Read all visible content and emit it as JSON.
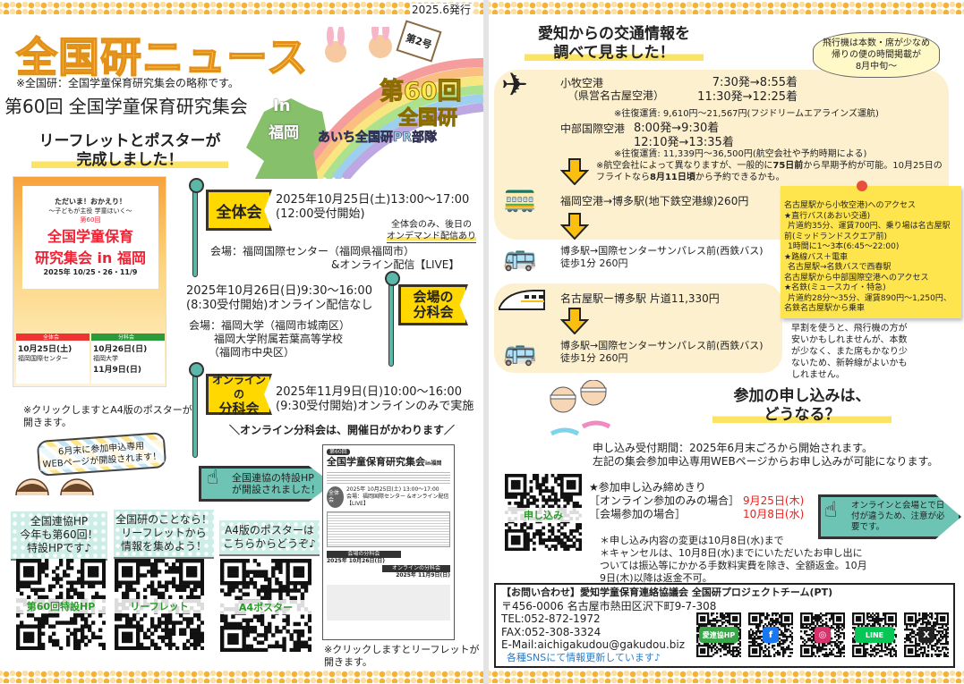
{
  "left": {
    "issue_date": "2025.6発行",
    "title": "全国研ニュース",
    "abbr_note": "※全国研：全国学童保育研究集会の略称です。",
    "event_name": "第60回 全国学童保育研究集会",
    "badge": {
      "issue_no": "第2号",
      "line1": "第60回",
      "line2": "全国研",
      "line3": "あいち全国研PR部隊",
      "map_in": "In",
      "map_place": "福岡"
    },
    "completed_heading": [
      "リーフレットとポスターが",
      "完成しました！"
    ],
    "poster": {
      "tagline1": "ただいま！おかえり！",
      "tagline2": "〜子どもが主役 学童ほいく〜",
      "num": "第60回",
      "title1": "全国学童保育",
      "title2": "研究集会 in 福岡",
      "dates": "2025年 10/25・26・11/9",
      "sec1": "全体会",
      "sec2": "分科会",
      "d1": "10月25日(土)",
      "d1place": "福岡国際センター",
      "d2": "10月26日(日)",
      "d2place": "福岡大学",
      "d3": "11月9日(日)"
    },
    "poster_note": [
      "※クリックしますとA4版のポスターが",
      "開きます。"
    ],
    "sessions": [
      {
        "flag": [
          "全体会"
        ],
        "datetime": "2025年10月25日(土)13:00〜17:00",
        "reception": "(12:00受付開始)",
        "venue": [
          "会場：福岡国際センター（福岡県福岡市）",
          "&オンライン配信【LIVE】"
        ]
      },
      {
        "flag": [
          "会場の",
          "分科会"
        ],
        "datetime": "2025年10月26日(日)9:30〜16:00",
        "reception": "(8:30受付開始)オンライン配信なし",
        "venue": [
          "会場：福岡大学（福岡市城南区）",
          "福岡大学附属若葉高等学校",
          "（福岡市中央区）"
        ]
      },
      {
        "flag": [
          "オンラインの",
          "分科会"
        ],
        "datetime": "2025年11月9日(日)10:00〜16:00",
        "reception": "(9:30受付開始)オンラインのみで実施",
        "venue": []
      }
    ],
    "ondemand_note": [
      "全体会のみ、後日の",
      "オンデマンド配信あり"
    ],
    "online_change_note": "＼オンライン分科会は、開催日がかわります／",
    "webpage_bubble": [
      "6月末に参加申込専用",
      "WEBページが開設されます！"
    ],
    "special_hp_arrow": [
      "全国連協の特設HP",
      "が開設されました！"
    ],
    "qr_items": [
      {
        "label": [
          "全国連協HP",
          "今年も第60回！",
          "特設HPです♪"
        ],
        "qr_text": "第60回特設HP"
      },
      {
        "label": [
          "全国研のことなら！",
          "リーフレットから",
          "情報を集めよう！"
        ],
        "qr_text": "リーフレット"
      },
      {
        "label": [
          "A4版のポスターは",
          "こちらからどうぞ♪"
        ],
        "qr_text": "A4ポスター"
      }
    ],
    "leaflet": {
      "num": "第60回",
      "title": "全国学童保育研究集会",
      "in": "in福岡",
      "s1": "全体会",
      "d1": "2025年 10月25日(土) 13:00〜17:00",
      "place1": "会場：福岡国際センター &オンライン配信【LIVE】",
      "s2": "会場の分科会",
      "d2": "2025年 10月26日(日)",
      "s3": "オンラインの分科会",
      "d3": "2025年 11月9日(日)"
    },
    "leaflet_note": [
      "※クリックしますとリーフレットが",
      "開きます。"
    ]
  },
  "right": {
    "traffic_heading": [
      "愛知からの交通情報を",
      "調べて見ました！"
    ],
    "speech_bubble": [
      "飛行機は本数・席が少なめ",
      "帰りの便の時間掲載が",
      "8月中旬〜"
    ],
    "flights": {
      "komaki": {
        "name": "小牧空港",
        "sub": "（県営名古屋空港）",
        "times": [
          "7:30発→8:55着",
          "11:30発→12:25着"
        ],
        "fare": "※往復運賃: 9,610円〜21,567円(フジドリームエアラインズ運航)"
      },
      "chubu": {
        "name": "中部国際空港",
        "times": [
          "8:00発→9:30着",
          "12:10発→13:35着"
        ],
        "fare": "※往復運賃: 11,339円〜36,500円(航空会社や予約時期による)"
      },
      "early_note": [
        "※航空会社によって異なりますが、一般的に",
        "75日前",
        "から早期予約が可能。10月25日の",
        "フライトなら",
        "8月11日頃",
        "から予約できるかも。"
      ]
    },
    "subway": "福岡空港→博多駅(地下鉄空港線)260円",
    "bus1": [
      "博多駅→国際センターサンパレス前(西鉄バス)",
      "徒歩1分  260円"
    ],
    "shinkansen": "名古屋駅ー博多駅  片道11,330円",
    "bus2": [
      "博多駅→国際センターサンパレス前(西鉄バス)",
      "徒歩1分  260円"
    ],
    "sticky": [
      "名古屋駅から小牧空港)へのアクセス",
      "★直行バス(あおい交通)",
      "片道約35分、運賃700円、乗り場は名古屋駅",
      "前(ミッドランドスクエア前)",
      "1時間に1〜3本(6:45〜22:00)",
      "★路線バス＋電車",
      "名古屋駅→名鉄バスで西春駅",
      "名古屋駅から中部国際空港へのアクセス",
      "★名鉄(ミュースカイ・特急)",
      "片道約28分〜35分、運賃890円〜1,250円、",
      "名鉄名古屋駅から乗車"
    ],
    "early_bird": [
      "早割を使うと、飛行機の方が",
      "安いかもしれませんが、本数",
      "が少なく、また席もかなり少",
      "ないため、新幹線がよいかも",
      "しれません。"
    ],
    "apply_heading": [
      "参加の申し込みは、",
      "どうなる？"
    ],
    "apply_period": [
      "申し込み受付期間：2025年6月末ごろから開始されます。",
      "左記の集会参加申込専用WEBページからお申し込みが可能になります。"
    ],
    "apply_qr_text": "申し込み",
    "deadline_title": "★参加申し込み締めきり",
    "deadlines": [
      {
        "label": "［オンライン参加のみの場合］",
        "date": "9月25日(木)"
      },
      {
        "label": "［会場参加の場合］",
        "date": "10月8日(水)"
      }
    ],
    "caution_arrow": [
      "オンラインと会場とで日",
      "付が違うため、注意が必",
      "要です。"
    ],
    "change_notes": [
      "＊申し込み内容の変更は10月8日(水)まで",
      "＊キャンセルは、10月8日(水)までにいただいたお申し出に",
      "ついては振込等にかかる手数料実費を除き、全額返金。10月",
      "9日(木)以降は返金不可。"
    ],
    "contact": {
      "title": "【お問い合わせ】愛知学童保育連絡協議会 全国研プロジェクトチーム(PT)",
      "address": "〒456-0006  名古屋市熱田区沢下町9-7-308",
      "tel": "TEL:052-872-1972",
      "fax": "FAX:052-308-3324",
      "email": "E-Mail:aichigakudou@gakudou.biz",
      "sns_note": "各種SNSにて情報更新しています♪",
      "sns": [
        {
          "name": "愛連協HP",
          "icon": "home-icon",
          "color": "#3aa64a"
        },
        {
          "name": "f",
          "icon": "facebook-icon",
          "color": "#1877f2"
        },
        {
          "name": "◎",
          "icon": "instagram-icon",
          "color": "#d6336c"
        },
        {
          "name": "LINE",
          "icon": "line-icon",
          "color": "#06c755"
        },
        {
          "name": "X",
          "icon": "x-icon",
          "color": "#222222"
        }
      ]
    }
  },
  "colors": {
    "accent_orange": "#f5b335",
    "flag_yellow": "#ffd800",
    "teal": "#6ec4b4",
    "beige": "#fdf0cf",
    "deadline_red": "#e8201c"
  }
}
